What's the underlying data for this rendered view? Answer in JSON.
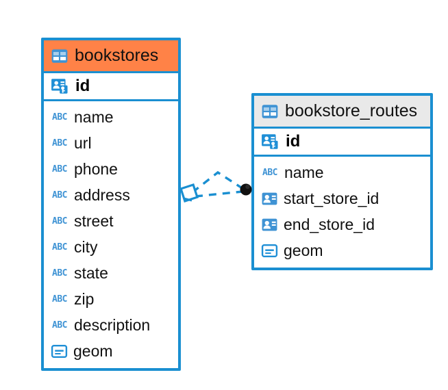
{
  "diagram": {
    "type": "entity-relationship-diagram",
    "background_color": "#ffffff",
    "accent_color": "#1a8fd1",
    "selected_header_color": "#ff8247",
    "unselected_header_color": "#e9e9e9",
    "endpoint_color": "#111111"
  },
  "tables": [
    {
      "name": "bookstores",
      "selected": true,
      "header_icon": "table-icon",
      "primary_key": {
        "label": "id",
        "icon": "primary-key-icon"
      },
      "fields": [
        {
          "label": "name",
          "icon": "text-type-icon"
        },
        {
          "label": "url",
          "icon": "text-type-icon"
        },
        {
          "label": "phone",
          "icon": "text-type-icon"
        },
        {
          "label": "address",
          "icon": "text-type-icon"
        },
        {
          "label": "street",
          "icon": "text-type-icon"
        },
        {
          "label": "city",
          "icon": "text-type-icon"
        },
        {
          "label": "state",
          "icon": "text-type-icon"
        },
        {
          "label": "zip",
          "icon": "text-type-icon"
        },
        {
          "label": "description",
          "icon": "text-type-icon"
        },
        {
          "label": "geom",
          "icon": "geometry-type-icon"
        }
      ]
    },
    {
      "name": "bookstore_routes",
      "selected": false,
      "header_icon": "table-icon",
      "primary_key": {
        "label": "id",
        "icon": "primary-key-icon"
      },
      "fields": [
        {
          "label": "name",
          "icon": "text-type-icon"
        },
        {
          "label": "start_store_id",
          "icon": "foreign-key-icon"
        },
        {
          "label": "end_store_id",
          "icon": "foreign-key-icon"
        },
        {
          "label": "geom",
          "icon": "geometry-type-icon"
        }
      ]
    }
  ],
  "relationship": {
    "name": "bookstores-to-bookstore_routes",
    "style": "dashed",
    "source_marker": "diamond-handle",
    "target_marker": "filled-circle",
    "color": "#1a8fd1"
  },
  "abc_glyph": "ABC"
}
